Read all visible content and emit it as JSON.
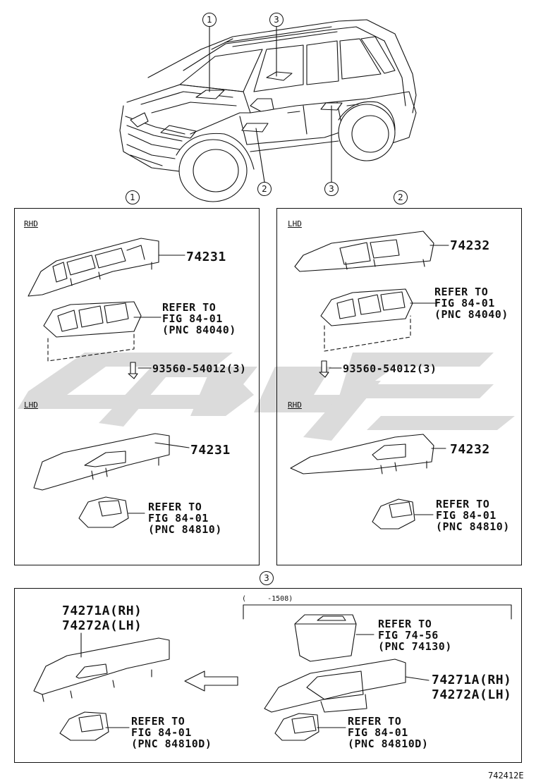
{
  "figure_code": "742412E",
  "callouts": {
    "c1": "1",
    "c2": "2",
    "c3": "3"
  },
  "panel1": {
    "rhd_label": "RHD",
    "lhd_label": "LHD",
    "part_upper": "74231",
    "ref_upper": [
      "REFER TO",
      "FIG 84-01",
      "(PNC 84040)"
    ],
    "screw": "93560-54012(3)",
    "part_lower": "74231",
    "ref_lower": [
      "REFER TO",
      "FIG 84-01",
      "(PNC 84810)"
    ]
  },
  "panel2": {
    "lhd_label": "LHD",
    "rhd_label": "RHD",
    "part_upper": "74232",
    "ref_upper": [
      "REFER TO",
      "FIG 84-01",
      "(PNC 84040)"
    ],
    "screw": "93560-54012(3)",
    "part_lower": "74232",
    "ref_lower": [
      "REFER TO",
      "FIG 84-01",
      "(PNC 84810)"
    ]
  },
  "panel3": {
    "date_range": "(     -1508)",
    "left_parts": [
      "74271A(RH)",
      "74272A(LH)"
    ],
    "left_ref": [
      "REFER TO",
      "FIG 84-01",
      "(PNC 84810D)"
    ],
    "right_ref_top": [
      "REFER TO",
      "FIG 74-56",
      "(PNC 74130)"
    ],
    "right_parts": [
      "74271A(RH)",
      "74272A(LH)"
    ],
    "right_ref_bottom": [
      "REFER TO",
      "FIG 84-01",
      "(PNC 84810D)"
    ]
  }
}
